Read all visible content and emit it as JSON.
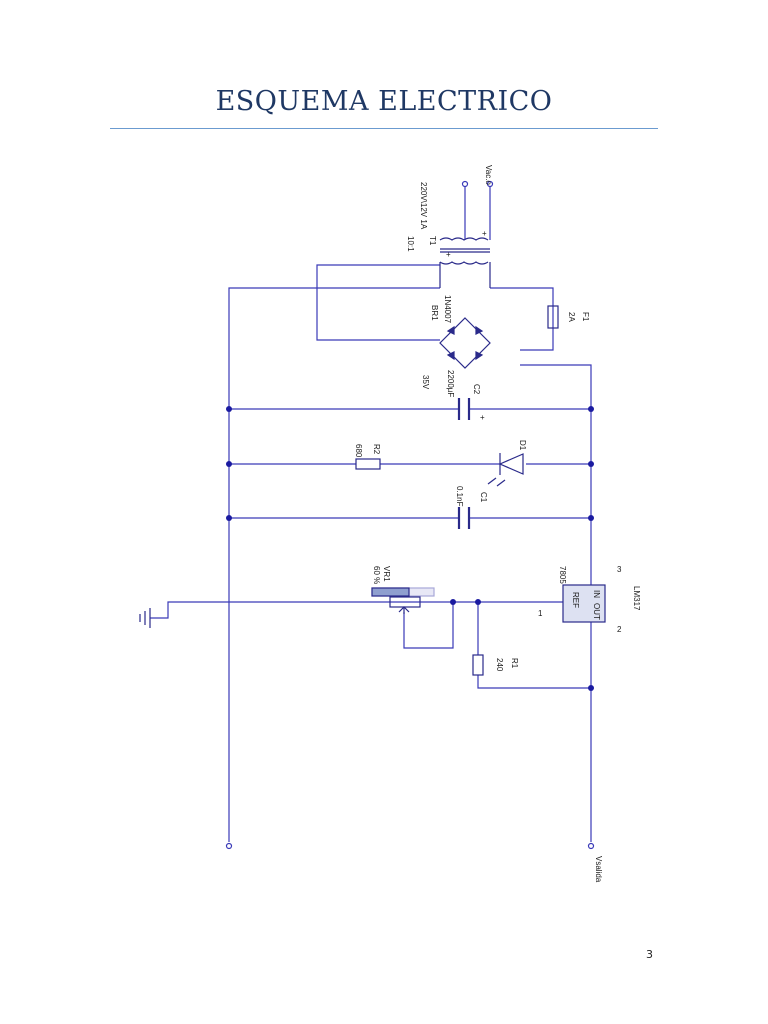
{
  "document": {
    "title": "ESQUEMA ELECTRICO",
    "page_number": "3"
  },
  "colors": {
    "title": "#1f3864",
    "rule": "#6b9bd0",
    "wire": "#3a3ab8",
    "component": "#2a2a8a"
  },
  "schematic": {
    "labels": {
      "vac_top": "Vac.o",
      "vac_in": "220V\\12V 1A",
      "t1": "T1",
      "ratio": "10:1",
      "br1_part": "1N4007",
      "br1": "BR1",
      "f1": "F1",
      "f1_val": "2A",
      "c2": "C2",
      "c2_val": "2200µF",
      "c2_volt": "35V",
      "r2": "R2",
      "r2_val": "680",
      "d1": "D1",
      "c1": "C1",
      "c1_val": "0.1nF",
      "vr1": "VR1",
      "vr1_pct": "60 %",
      "reg_part": "7805",
      "reg_name": "LM317",
      "pin3": "3",
      "pin2": "2",
      "pin1": "1",
      "pin_in": "IN",
      "pin_out": "OUT",
      "pin_ref": "REF",
      "r1": "R1",
      "r1_val": "240",
      "vout": "Vsalida",
      "plus1": "+",
      "plus2": "+",
      "plus3": "+"
    }
  }
}
